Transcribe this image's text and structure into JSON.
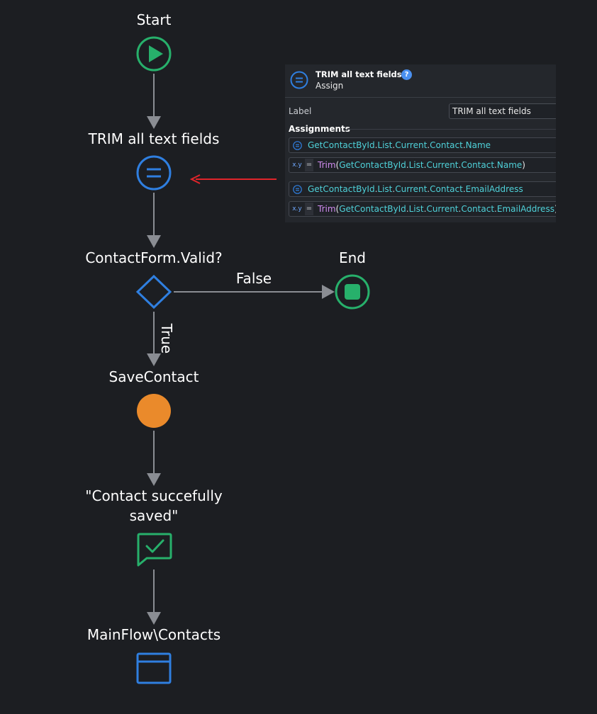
{
  "flow": {
    "start_label": "Start",
    "assign_label": "TRIM all text fields",
    "if_label": "ContactForm.Valid?",
    "end_label": "End",
    "false_label": "False",
    "true_label": "True",
    "server_action_label": "SaveContact",
    "message_label_line1": "\"Contact succefully",
    "message_label_line2": "saved\"",
    "destination_label": "MainFlow\\Contacts"
  },
  "panel": {
    "title": "TRIM all text fields",
    "type": "Assign",
    "help": "?",
    "label_caption": "Label",
    "label_value": "TRIM all text fields",
    "assignments_caption": "Assignments",
    "assignments": [
      {
        "variable": [
          "GetContactById",
          ".",
          "List",
          ".",
          "Current",
          ".",
          "Contact",
          ".",
          "Name"
        ],
        "xy": "x.y",
        "eq": "=",
        "fn": "Trim",
        "open": "(",
        "arg": [
          "GetContactById",
          ".",
          "List",
          ".",
          "Current",
          ".",
          "Contact",
          ".",
          "Name"
        ],
        "close": ")"
      },
      {
        "variable": [
          "GetContactById",
          ".",
          "List",
          ".",
          "Current",
          ".",
          "Contact",
          ".",
          "EmailAddress"
        ],
        "xy": "x.y",
        "eq": "=",
        "fn": "Trim",
        "open": "(",
        "arg": [
          "GetContactById",
          ".",
          "List",
          ".",
          "Current",
          ".",
          "Contact",
          ".",
          "EmailAddress"
        ],
        "close": ")"
      }
    ]
  },
  "colors": {
    "background": "#1c1e22",
    "start_end_green": "#27b06b",
    "assign_blue": "#2f7fe0",
    "server_action_orange": "#ea8a2b",
    "connector_gray": "#8a8d93",
    "pointer_red": "#e0242a",
    "panel_cyan": "#4fd1d9",
    "panel_function": "#d08cf0"
  },
  "icons": {
    "start": "play-icon",
    "assign": "equals-icon",
    "if": "diamond-icon",
    "end": "stop-icon",
    "server_action": "orange-circle-icon",
    "message": "message-check-icon",
    "destination": "screen-icon"
  }
}
